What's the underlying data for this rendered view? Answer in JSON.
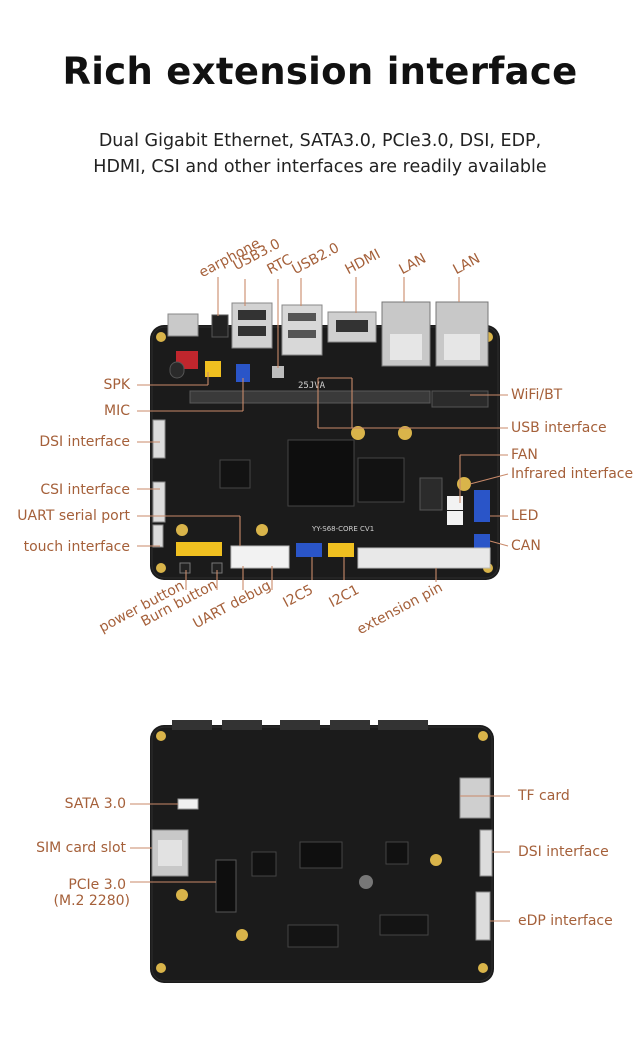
{
  "title": "Rich extension interface",
  "subtitle_line1": "Dual Gigabit Ethernet, SATA3.0, PCIe3.0, DSI, EDP,",
  "subtitle_line2": "HDMI, CSI and other interfaces are readily available",
  "colors": {
    "label": "#a5603a",
    "line": "#c98a6a",
    "board": "#1b1b1b"
  },
  "top_board": {
    "silk_core": "YY-S68-CORE CV1",
    "silk_25jva": "25JVA",
    "top_labels": [
      "earphone",
      "USB3.0",
      "RTC",
      "USB2.0",
      "HDMI",
      "LAN",
      "LAN"
    ],
    "left_labels": [
      "SPK",
      "MIC",
      "DSI interface",
      "CSI interface",
      "UART serial port",
      "touch interface"
    ],
    "right_labels": [
      "WiFi/BT",
      "USB interface",
      "FAN",
      "Infrared interface",
      "LED",
      "CAN"
    ],
    "bottom_labels": [
      "power button",
      "Burn button",
      "UART debug",
      "I2C5",
      "I2C1",
      "extension pin"
    ]
  },
  "bottom_board": {
    "left_labels": [
      "SATA 3.0",
      "SIM card slot",
      "PCIe 3.0",
      "(M.2 2280)"
    ],
    "right_labels": [
      "TF card",
      "DSI interface",
      "eDP interface"
    ]
  }
}
